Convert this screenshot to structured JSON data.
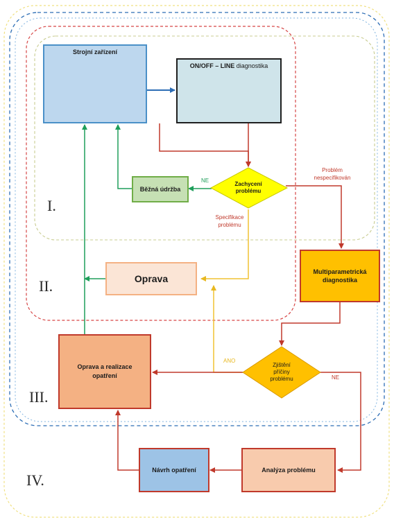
{
  "nodes": {
    "machine": {
      "label": "Strojní zařízení"
    },
    "online": {
      "label_bold": "ON/OFF – LINE",
      "label_rest": " diagnostika"
    },
    "maintenance": {
      "label": "Běžná údržba"
    },
    "captured": {
      "label_line1": "Zachycení",
      "label_line2": "problému"
    },
    "repair": {
      "label": "Oprava"
    },
    "multi": {
      "label_line1": "Multiparametrická",
      "label_line2": "diagnostika"
    },
    "cause": {
      "label_line1": "Zjištění",
      "label_line2": "příčiny",
      "label_line3": "problému"
    },
    "repair_measures": {
      "label_line1": "Oprava a realizace",
      "label_line2": "opatření"
    },
    "proposal": {
      "label": "Návrh opatření"
    },
    "analysis": {
      "label": "Analýza problému"
    }
  },
  "edge_labels": {
    "ne_upper": "NE",
    "unspecified_line1": "Problém",
    "unspecified_line2": "nespecifikován",
    "spec_line1": "Specifikace",
    "spec_line2": "problému",
    "ano": "ANO",
    "ne_lower": "NE"
  },
  "levels": {
    "l1": "I.",
    "l2": "II.",
    "l3": "III.",
    "l4": "IV."
  },
  "colors": {
    "red": "#c0392b",
    "green": "#1e9e5a",
    "blue": "#2c6db5",
    "yellow": "#f1c232",
    "machine_fill": "#bdd7ee",
    "machine_border": "#4a90c8",
    "online_fill": "#cfe4ea",
    "maintenance_fill": "#c6e0b4",
    "maintenance_border": "#70ad47",
    "diamond_yellow": "#ffff00",
    "repair_fill": "#fbe5d6",
    "repair_border": "#f4b183",
    "multi_fill": "#ffc000",
    "multi_border": "#c0392b",
    "diamond_orange": "#ffc000",
    "repair_measures_fill": "#f4b183",
    "proposal_fill": "#9dc3e6",
    "analysis_fill": "#f8cbad"
  }
}
